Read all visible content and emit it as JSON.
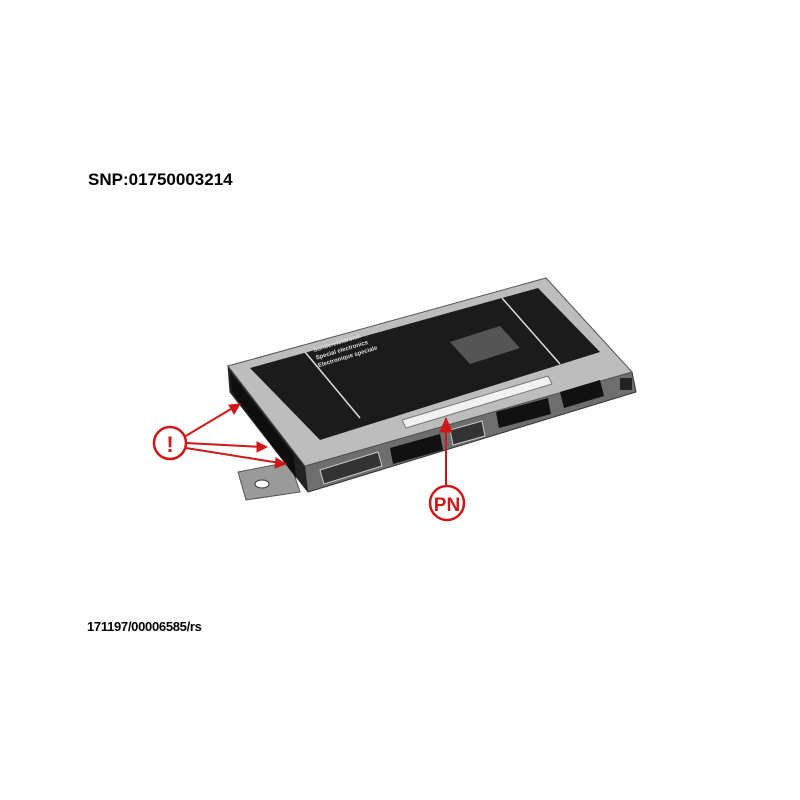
{
  "header": {
    "snp_label": "SNP:01750003214"
  },
  "footer": {
    "reference": "171197/00006585/rs"
  },
  "product_label": {
    "line1": "Sonderelektronik",
    "line2": "Special electronics",
    "line3": "Electronique speciale"
  },
  "annotations": {
    "warning_symbol": "!",
    "part_number_marker": "PN",
    "color": "#d01818"
  }
}
